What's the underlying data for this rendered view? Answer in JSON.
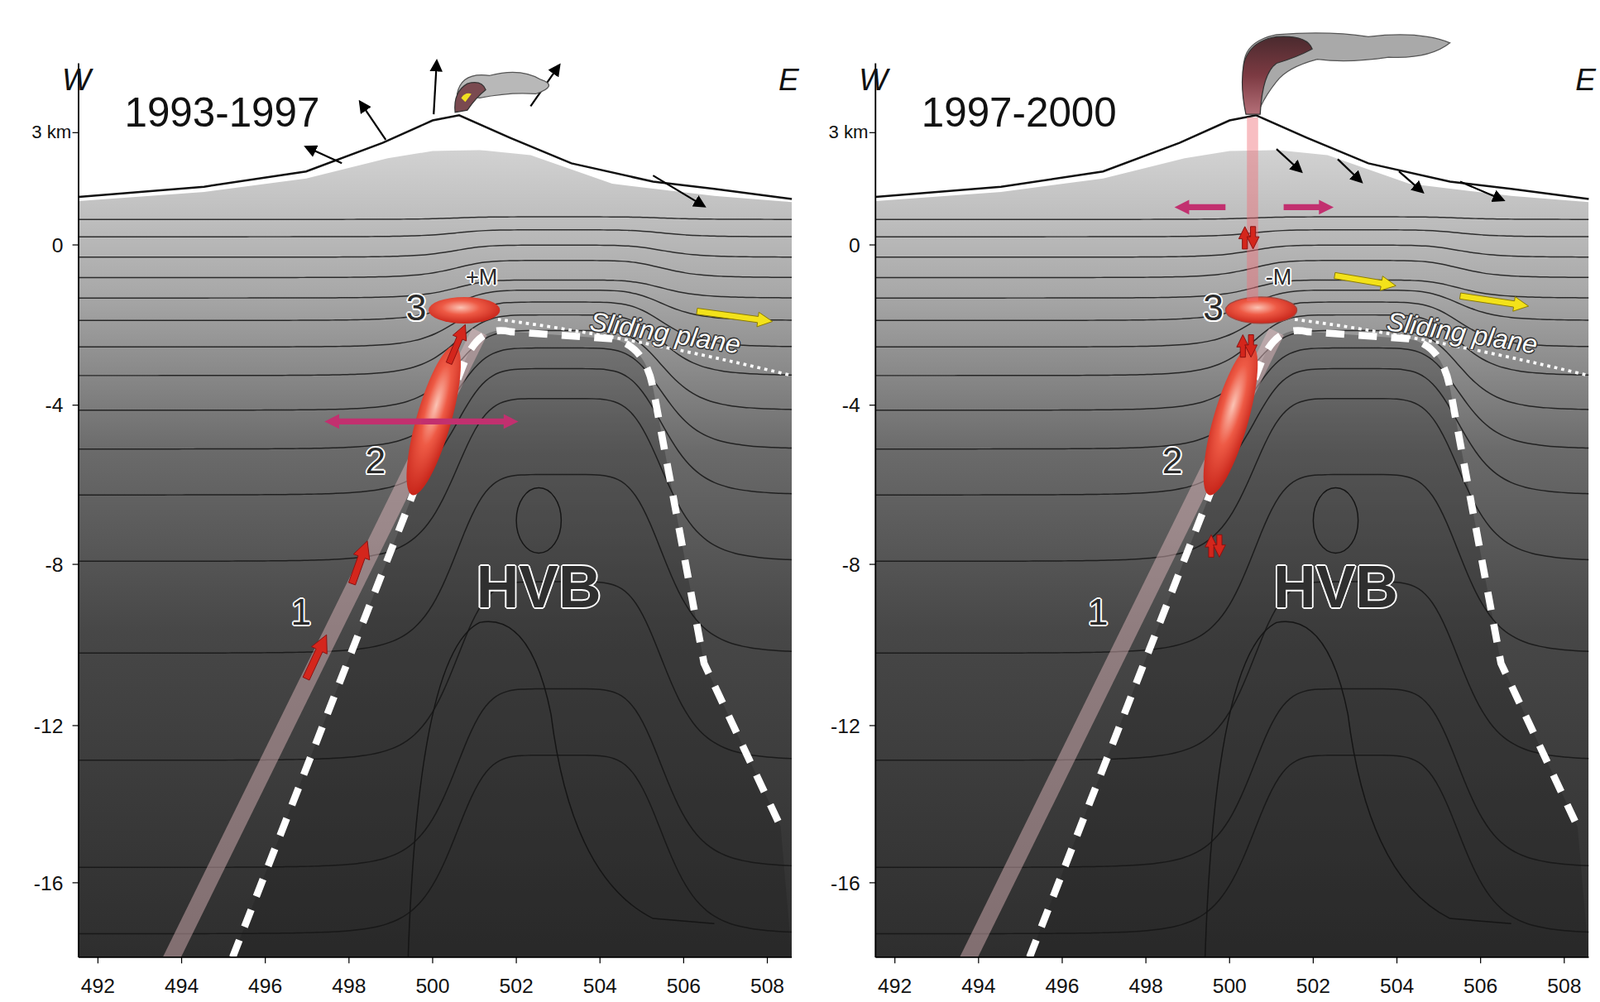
{
  "diagram": {
    "labels": [
      "W",
      "E",
      "1993-1997",
      "3 km",
      "0",
      "-4",
      "-8",
      "-12",
      "-16",
      "492",
      "494",
      "496",
      "498",
      "500",
      "502",
      "504",
      "506",
      "508",
      "+M",
      "3",
      "Sliding plane",
      "2",
      "1",
      "HVB",
      "W",
      "E",
      "1997-2000",
      "3 km",
      "0",
      "-4",
      "-8",
      "-12",
      "-16",
      "492",
      "494",
      "496",
      "498",
      "500",
      "502",
      "504",
      "506",
      "508",
      "-M",
      "3",
      "Sliding plane",
      "2",
      "1",
      "HVB"
    ]
  }
}
